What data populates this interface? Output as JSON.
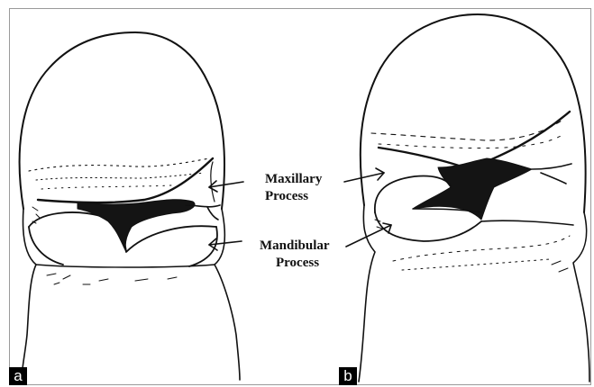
{
  "labels": {
    "maxillary": [
      "Maxillary",
      "Process"
    ],
    "mandibular": [
      "Mandibular",
      "Process"
    ]
  },
  "panels": [
    "a",
    "b"
  ],
  "colors": {
    "ink": "#111111",
    "tag_background": "#000000",
    "tag_text": "#ffffff"
  }
}
